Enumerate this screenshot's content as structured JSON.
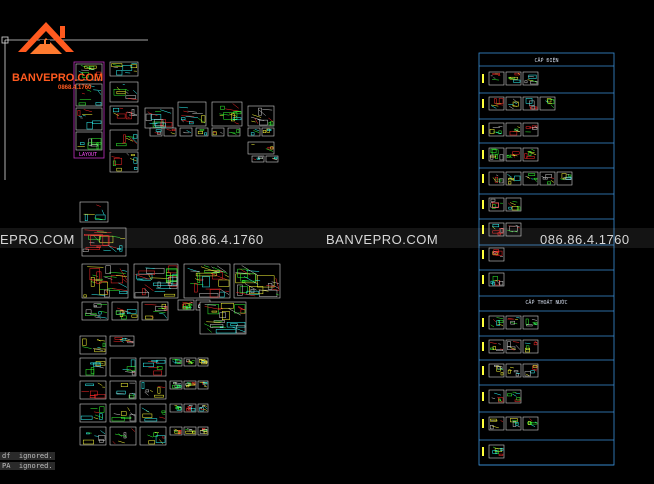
{
  "logo": {
    "name": "BANVEPRO.COM",
    "phone": "0868.4.1760"
  },
  "watermark": {
    "site": "BANVEPRO.COM",
    "site_partial": "EPRO.COM",
    "phone": "086.86.4.1760"
  },
  "layout_label": "LAYOUT",
  "panel": {
    "section_electric": "CẤP ĐIỆN",
    "section_water": "CẤP THOÁT NƯỚC"
  },
  "command_line": {
    "line1": "df  ignored.",
    "line2": "PA  ignored."
  },
  "colors": {
    "background": "#000000",
    "logo": "#ff5a1f",
    "panel_border": "#3a8fd8",
    "drawing_red": "#ff2a2a",
    "drawing_yellow": "#ffff3a",
    "drawing_green": "#33ff33",
    "drawing_cyan": "#33ffff",
    "frame_magenta": "#c030c0",
    "frame_white": "#cccccc"
  }
}
